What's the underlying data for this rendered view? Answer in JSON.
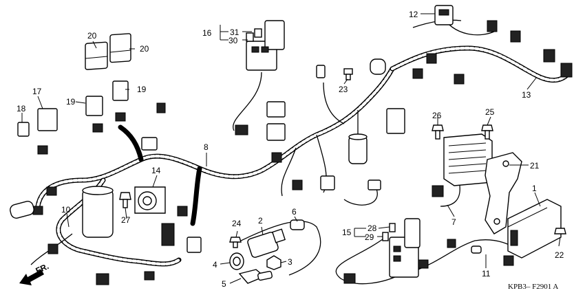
{
  "diagram_code": "KPB3– F2901 A",
  "callouts": {
    "c1": "1",
    "c2": "2",
    "c3": "3",
    "c4": "4",
    "c5": "5",
    "c6": "6",
    "c7": "7",
    "c8": "8",
    "c10": "10",
    "c11": "11",
    "c12": "12",
    "c13": "13",
    "c14": "14",
    "c15": "15",
    "c16": "16",
    "c17": "17",
    "c18": "18",
    "c19a": "19",
    "c19b": "19",
    "c20a": "20",
    "c20b": "20",
    "c21": "21",
    "c22": "22",
    "c23": "23",
    "c24": "24",
    "c25": "25",
    "c26": "26",
    "c27": "27",
    "c28": "28",
    "c29": "29",
    "c30": "30",
    "c31": "31"
  },
  "front_marker": "FR."
}
